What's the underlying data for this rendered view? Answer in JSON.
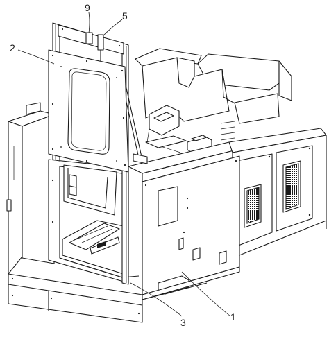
{
  "callouts": {
    "c9": "9",
    "c5": "5",
    "c2": "2",
    "c3": "3",
    "c1": "1"
  }
}
